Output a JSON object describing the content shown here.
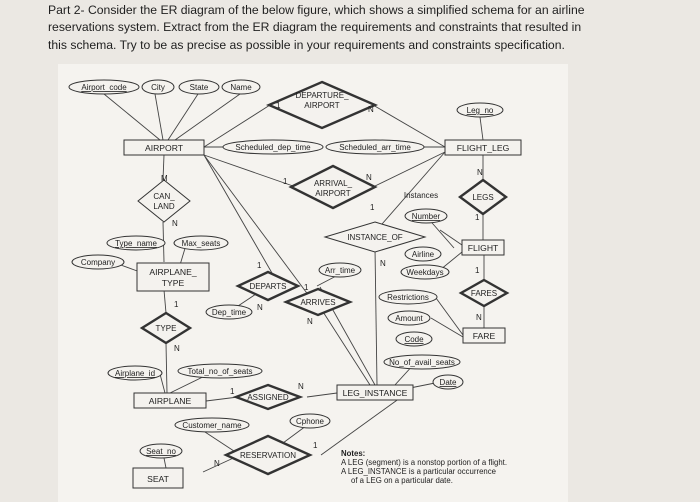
{
  "question": {
    "lines": [
      "Part 2- Consider the ER diagram of the below figure, which shows a simplified schema for an airline",
      "reservations system. Extract from the ER diagram the requirements and constraints that resulted in",
      "this schema. Try to be as precise as possible in your requirements and constraints specification."
    ]
  },
  "diagram": {
    "entities": {
      "airport": "AIRPORT",
      "flight_leg": "FLIGHT_LEG",
      "airplane_type": [
        "AIRPLANE_",
        "TYPE"
      ],
      "leg_instance": "LEG_INSTANCE",
      "airplane": "AIRPLANE",
      "seat": "SEAT",
      "flight": "FLIGHT",
      "fare": "FARE"
    },
    "relationships": {
      "departure_airport": [
        "DEPARTURE_",
        "AIRPORT"
      ],
      "arrival_airport": [
        "ARRIVAL_",
        "AIRPORT"
      ],
      "can_land": [
        "CAN_",
        "LAND"
      ],
      "instance_of": "INSTANCE_OF",
      "legs": "LEGS",
      "departs": "DEPARTS",
      "arrives": "ARRIVES",
      "fares": "FARES",
      "type": "TYPE",
      "assigned": "ASSIGNED",
      "reservation": "RESERVATION"
    },
    "attributes": {
      "airport_code": "Airport_code",
      "city": "City",
      "state": "State",
      "name": "Name",
      "leg_no": "Leg_no",
      "scheduled_dep_time": "Scheduled_dep_time",
      "scheduled_arr_time": "Scheduled_arr_time",
      "instances": "Instances",
      "number": "Number",
      "type_name": "Type_name",
      "max_seats": "Max_seats",
      "company": "Company",
      "airline": "Airline",
      "weekdays": "Weekdays",
      "arr_time": "Arr_time",
      "dep_time": "Dep_time",
      "restrictions": "Restrictions",
      "amount": "Amount",
      "code": "Code",
      "no_of_avail_seats": "No_of_avail_seats",
      "date": "Date",
      "airplane_id": "Airplane_id",
      "total_no_of_seats": "Total_no_of_seats",
      "customer_name": "Customer_name",
      "cphone": "Cphone",
      "seat_no": "Seat_no"
    },
    "cardinalities": {
      "dep_1": "1",
      "dep_n": "N",
      "arr_1": "1",
      "arr_n": "N",
      "canland_m": "M",
      "canland_n": "N",
      "inst_1": "1",
      "inst_n": "N",
      "legs_n": "N",
      "legs_1": "1",
      "departs_1": "1",
      "departs_n": "N",
      "arrives_1": "1",
      "arrives_n": "N",
      "fares_1": "1",
      "fares_n": "N",
      "type_1": "1",
      "type_n": "N",
      "assigned_1": "1",
      "assigned_n": "N",
      "res_1": "1",
      "res_n": "N"
    },
    "notes": {
      "title": "Notes:",
      "line1": "A LEG (segment) is a nonstop portion of a flight.",
      "line2": "A LEG_INSTANCE is a particular occurrence",
      "line3": "of a LEG on a particular date."
    }
  }
}
